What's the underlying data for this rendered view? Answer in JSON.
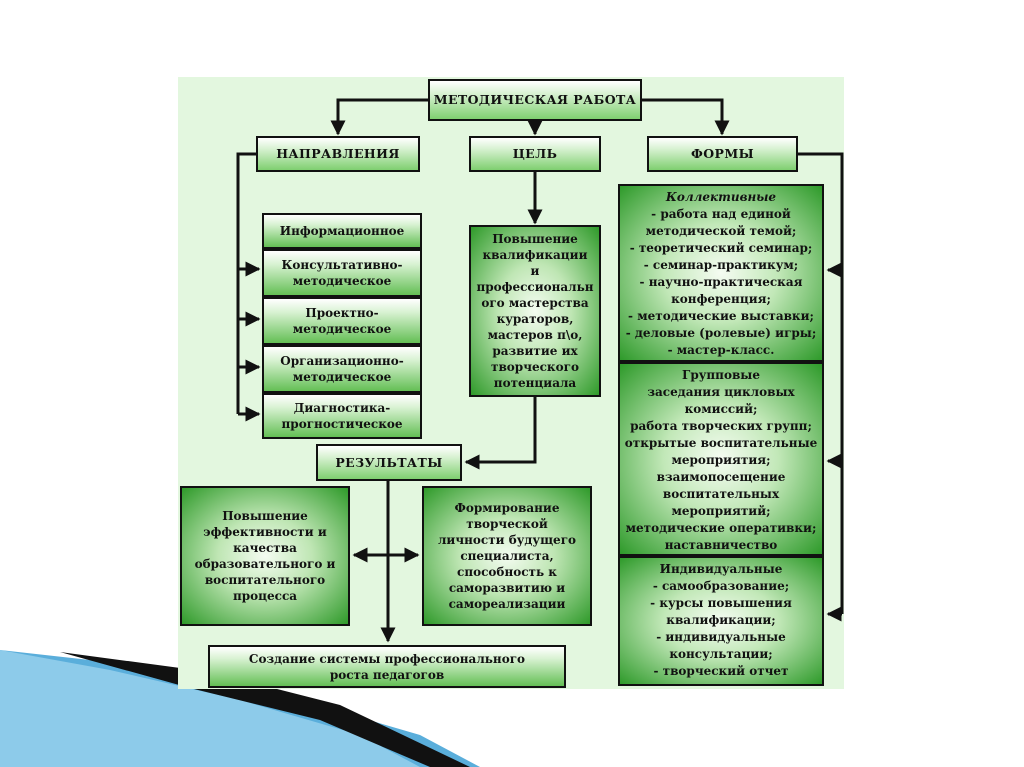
{
  "diagram": {
    "methodical_work": "МЕТОДИЧЕСКАЯ РАБОТА",
    "directions": {
      "title": "НАПРАВЛЕНИЯ",
      "items": [
        "Информационное",
        "Консультативно-методическое",
        "Проектно-методическое",
        "Организационно-методическое",
        "Диагностика-прогностическое"
      ]
    },
    "goal": {
      "title": "ЦЕЛЬ",
      "text": "Повышение квалификации и профессиональн ого мастерства кураторов, мастеров п\\о, развитие их творческого потенциала"
    },
    "forms": {
      "title": "ФОРМЫ",
      "collective": {
        "title": "Коллективные",
        "lines": [
          "- работа над единой",
          "методической темой;",
          "- теоретический семинар;",
          "- семинар-практикум;",
          "- научно-практическая",
          "конференция;",
          "- методические выставки;",
          "- деловые (ролевые) игры;",
          "- мастер-класс."
        ]
      },
      "group": {
        "title": "Групповые",
        "lines": [
          "заседания цикловых",
          "комиссий;",
          "работа творческих групп;",
          "открытые воспитательные",
          "мероприятия;",
          "взаимопосещение",
          "воспитательных",
          "мероприятий;",
          "методические оперативки;",
          "наставничество"
        ]
      },
      "individual": {
        "title": "Индивидуальные",
        "lines": [
          "- самообразование;",
          "- курсы повышения",
          "квалификации;",
          "- индивидуальные",
          "консультации;",
          "- творческий отчет"
        ]
      }
    },
    "results": {
      "title": "РЕЗУЛЬТАТЫ",
      "efficiency": "Повышение эффективности и качества образовательного и воспитательного процесса",
      "personality": "Формирование творческой личности будущего специалиста, способность к саморазвитию и самореализации",
      "growth_system": "Создание системы профессионального роста педагогов"
    }
  }
}
